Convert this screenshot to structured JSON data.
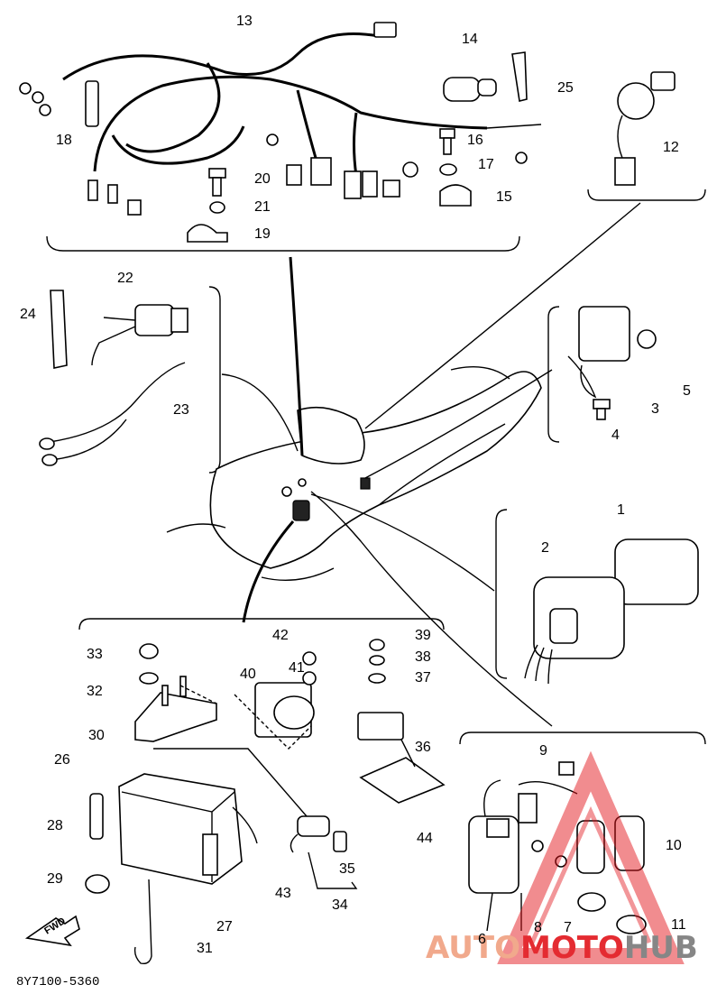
{
  "callouts": [
    "1",
    "2",
    "3",
    "4",
    "5",
    "6",
    "7",
    "8",
    "9",
    "10",
    "11",
    "12",
    "13",
    "14",
    "15",
    "16",
    "17",
    "18",
    "19",
    "20",
    "21",
    "22",
    "23",
    "24",
    "25",
    "26",
    "27",
    "28",
    "29",
    "30",
    "31",
    "32",
    "33",
    "34",
    "35",
    "36",
    "37",
    "38",
    "39",
    "40",
    "41",
    "42",
    "43",
    "44"
  ],
  "diagram_code": "8Y7100-5360",
  "fwd_label": "FWD",
  "watermark": {
    "part1": "AUTO",
    "part2": "MOTO",
    "part3": "HUB",
    "color1": "#f0a080",
    "color2": "#e2151b",
    "color3": "#7a7a7a"
  }
}
